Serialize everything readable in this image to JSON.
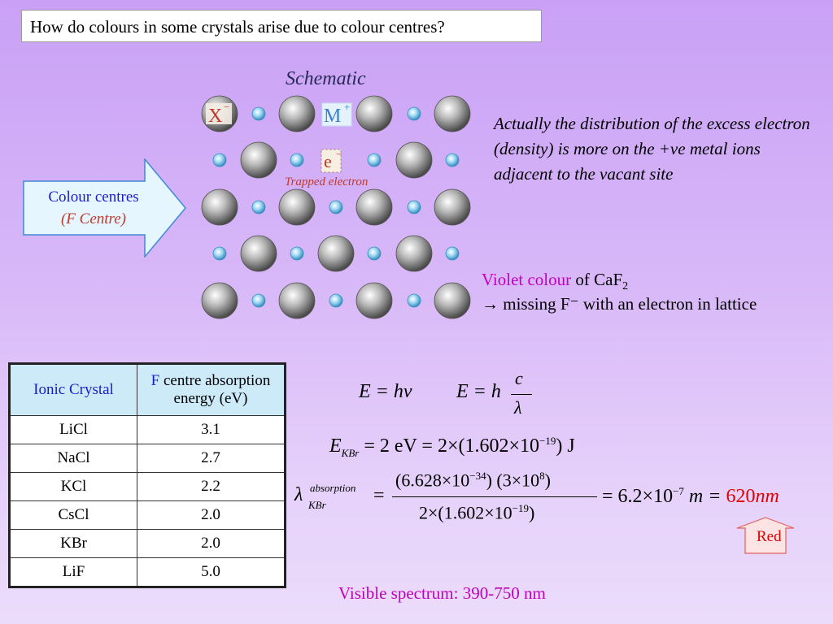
{
  "title": "How do colours in some crystals arise due to colour centres?",
  "schematic_label": "Schematic",
  "lattice": {
    "anion_label": "X",
    "anion_sign": "−",
    "cation_label": "M",
    "cation_sign": "+",
    "electron_label": "e",
    "electron_sign": "−",
    "trapped_label": "Trapped electron"
  },
  "arrow": {
    "line1": "Colour centres",
    "line2": "(F Centre)"
  },
  "note": "Actually the distribution of the excess electron (density) is more on the +ve metal ions adjacent to the vacant site",
  "violet": {
    "colour": "Violet colour",
    "of": "of CaF",
    "sub": "2",
    "missing": "→ missing F⁻ with an electron in lattice"
  },
  "table": {
    "headers": [
      "Ionic Crystal",
      "F",
      "centre absorption energy (eV)"
    ],
    "rows": [
      [
        "LiCl",
        "3.1"
      ],
      [
        "NaCl",
        "2.7"
      ],
      [
        "KCl",
        "2.2"
      ],
      [
        "CsCl",
        "2.0"
      ],
      [
        "KBr",
        "2.0"
      ],
      [
        "LiF",
        "5.0"
      ]
    ]
  },
  "equations": {
    "e1": "E = hν",
    "e2_left": "E = h",
    "e2_num": "c",
    "e2_den": "λ",
    "ekbr_sub": "KBr",
    "ekbr_rhs": "= 2 eV = 2×(1.602×10",
    "ekbr_exp": "−19",
    "ekbr_end": ") J",
    "lambda_sup": "absorption",
    "lambda_sub": "KBr",
    "num": "(6.628×10",
    "num_exp1": "−34",
    "num_mid": ") (3×10",
    "num_exp2": "8",
    "num_end": ")",
    "den": "2×(1.602×10",
    "den_exp": "−19",
    "den_end": ")",
    "result": "= 6.2×10",
    "result_exp": "−7",
    "result_unit": "m =",
    "result_value": "620",
    "result_nm": "nm"
  },
  "red_label": "Red",
  "visible_spectrum": "Visible spectrum: 390-750 nm",
  "colors": {
    "accent_blue": "#1c1cc8",
    "accent_violet": "#c000c0",
    "accent_red": "#e00000"
  }
}
